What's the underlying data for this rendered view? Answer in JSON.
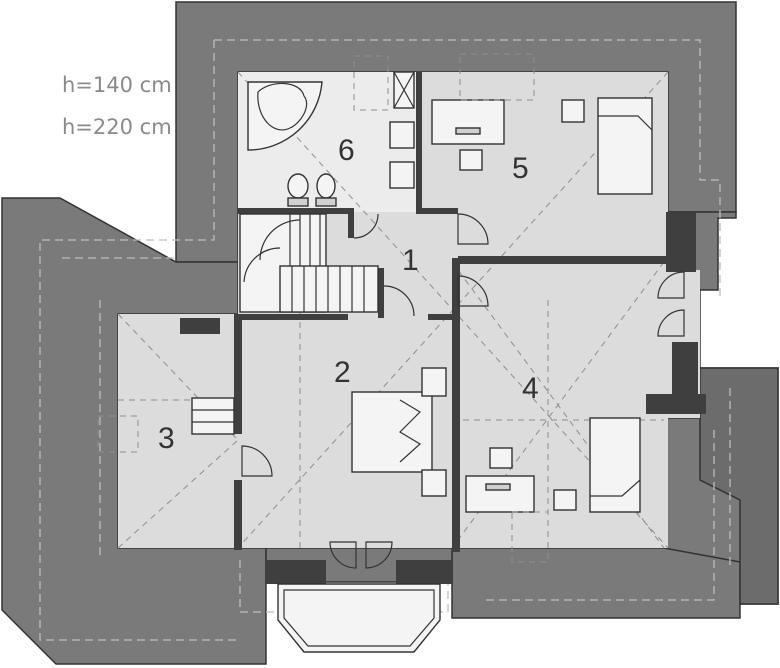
{
  "legend": {
    "low_height": "h=140 cm",
    "high_height": "h=220 cm"
  },
  "rooms": [
    {
      "number": "1"
    },
    {
      "number": "2"
    },
    {
      "number": "3"
    },
    {
      "number": "4"
    },
    {
      "number": "5"
    },
    {
      "number": "6"
    }
  ],
  "colors": {
    "roof": "#7a7a7a",
    "floor": "#dcdcdc",
    "wall": "#3f3f3f"
  }
}
